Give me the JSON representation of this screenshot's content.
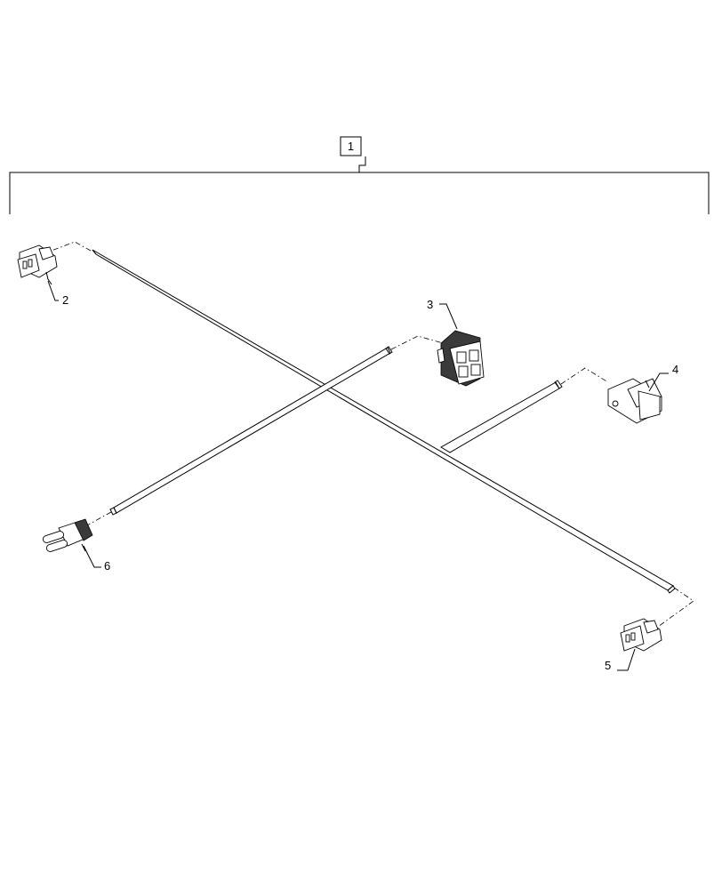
{
  "assembly": {
    "label": "1"
  },
  "callouts": [
    {
      "id": "2",
      "label": "2"
    },
    {
      "id": "3",
      "label": "3"
    },
    {
      "id": "4",
      "label": "4"
    },
    {
      "id": "5",
      "label": "5"
    },
    {
      "id": "6",
      "label": "6"
    }
  ]
}
